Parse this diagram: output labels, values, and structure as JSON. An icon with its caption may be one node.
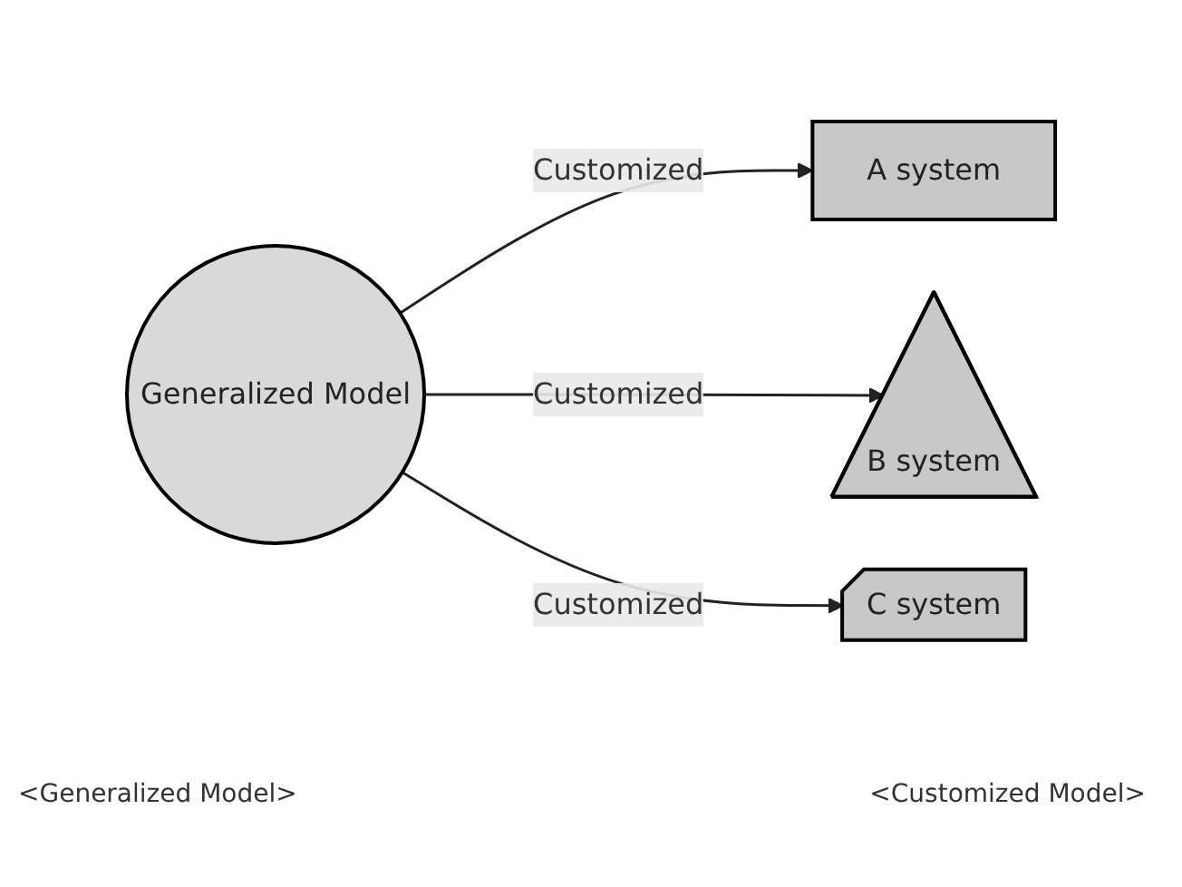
{
  "diagram": {
    "nodes": [
      {
        "text": [
          "Generalized Model"
        ]
      },
      {
        "text": [
          "A system"
        ]
      },
      {
        "text": [
          "B system"
        ]
      },
      {
        "text": [
          "C system"
        ]
      }
    ],
    "edges": [
      {
        "from": 0,
        "to": 1,
        "arrow": "to",
        "label": "Customized"
      },
      {
        "from": 0,
        "to": 2,
        "arrow": "to",
        "label": "Customized"
      },
      {
        "from": 0,
        "to": 3,
        "arrow": "to",
        "label": "Customized"
      }
    ],
    "labels": [
      "<Generalized Model>",
      "<Customized Model>"
    ]
  }
}
